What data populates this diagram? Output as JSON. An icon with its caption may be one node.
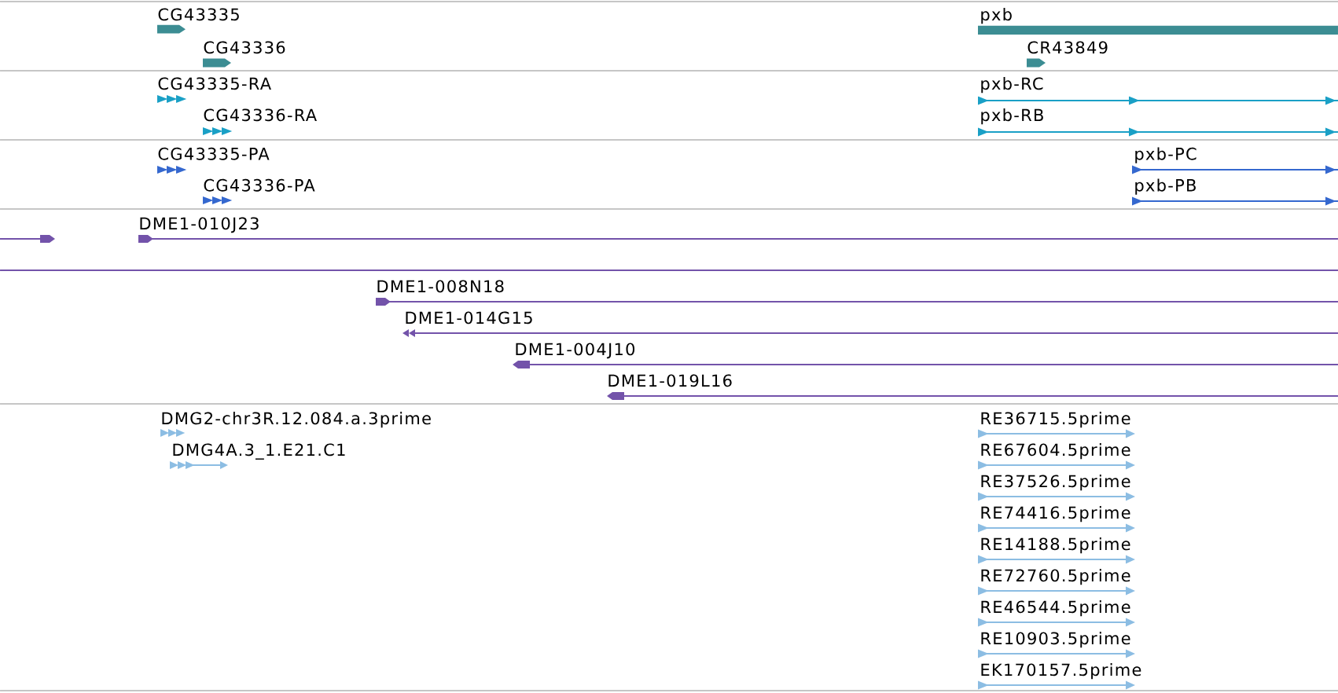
{
  "diagram": {
    "nodes": [
      {
        "text": [
          "CG43335"
        ]
      },
      {
        "text": [
          "pxb"
        ]
      },
      {
        "text": [
          "CG43336"
        ]
      },
      {
        "text": [
          "CR43849"
        ]
      },
      {
        "text": [
          "CG43335-RA"
        ]
      },
      {
        "text": [
          "pxb-RC"
        ]
      },
      {
        "text": [
          "CG43336-RA"
        ]
      },
      {
        "text": [
          "pxb-RB"
        ]
      },
      {
        "text": [
          "CG43335-PA"
        ]
      },
      {
        "text": [
          "pxb-PC"
        ]
      },
      {
        "text": [
          "CG43336-PA"
        ]
      },
      {
        "text": [
          "pxb-PB"
        ]
      },
      {
        "text": [],
        "shape": "arrow"
      },
      {
        "text": [
          "DME1-010J23"
        ]
      },
      {
        "text": [],
        "shape": "line"
      },
      {
        "text": [
          "DME1-008N18"
        ]
      },
      {
        "text": [
          "DME1-014G15"
        ]
      },
      {
        "text": [
          "DME1-004J10"
        ]
      },
      {
        "text": [
          "DME1-019L16"
        ]
      },
      {
        "text": [
          "DMG2-chr3R.12.084.a.3prime"
        ]
      },
      {
        "text": [
          "RE36715.5prime"
        ]
      },
      {
        "text": [
          "DMG4A.3_1.E21.C1"
        ]
      },
      {
        "text": [
          "RE67604.5prime"
        ]
      },
      {
        "text": [
          "RE37526.5prime"
        ]
      },
      {
        "text": [
          "RE74416.5prime"
        ]
      },
      {
        "text": [
          "RE14188.5prime"
        ]
      },
      {
        "text": [
          "RE72760.5prime"
        ]
      },
      {
        "text": [
          "RE46544.5prime"
        ]
      },
      {
        "text": [
          "RE10903.5prime"
        ]
      },
      {
        "text": [
          "EK170157.5prime"
        ]
      }
    ]
  }
}
